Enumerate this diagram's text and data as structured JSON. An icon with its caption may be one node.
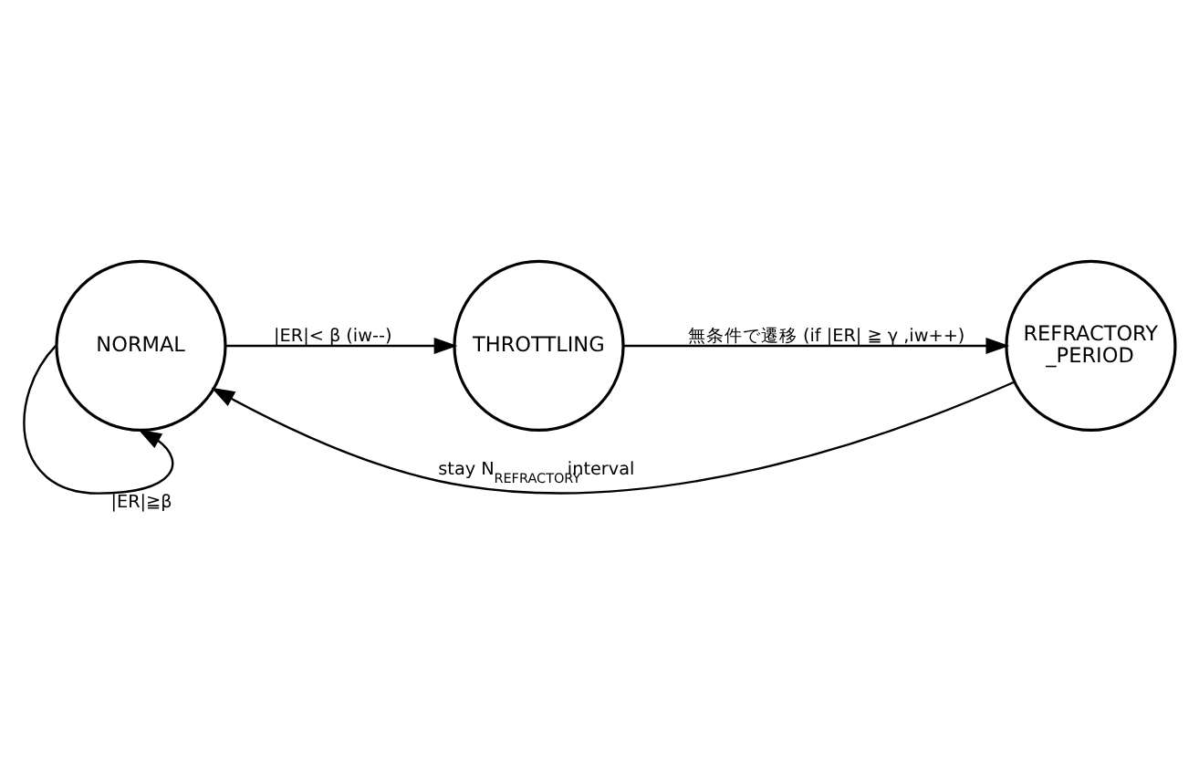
{
  "diagram": {
    "nodes": [
      {
        "text": [
          "NORMAL"
        ]
      },
      {
        "text": [
          "THROTTLING"
        ]
      },
      {
        "text": [
          "REFRACTORY _PERIOD"
        ]
      }
    ],
    "edges": [
      {
        "from": 2,
        "to": 0,
        "arrow": "to",
        "label": "stay N$_{REFRACTORY}$ interval"
      },
      {
        "from": 0,
        "to": 1,
        "arrow": "to",
        "label": "|ER|< β (iw--)"
      },
      {
        "from": 1,
        "to": 2,
        "arrow": "to",
        "label": "無条件で遷移 (if |ER| ≧ γ ,iw++)"
      },
      {
        "from": 0,
        "to": 0,
        "arrow": "to",
        "label": "|ER|≧β"
      }
    ]
  }
}
